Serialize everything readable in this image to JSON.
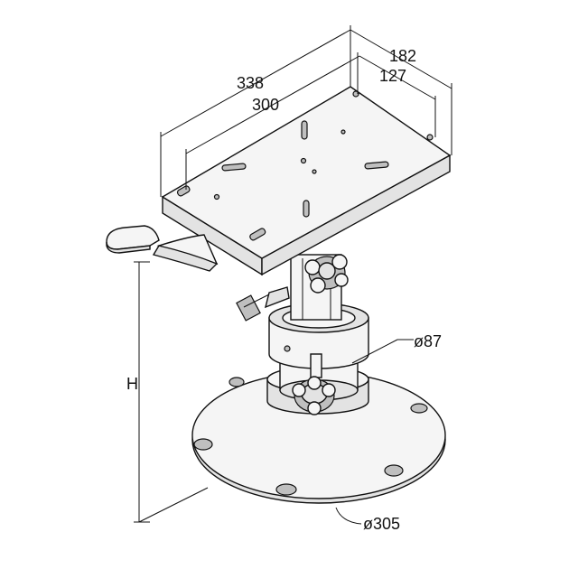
{
  "dimensions": {
    "plate_length_outer": "338",
    "plate_length_holes": "300",
    "plate_width_outer": "182",
    "plate_width_holes": "127",
    "height": "H",
    "column_diameter": "ø87",
    "base_diameter": "ø305"
  }
}
